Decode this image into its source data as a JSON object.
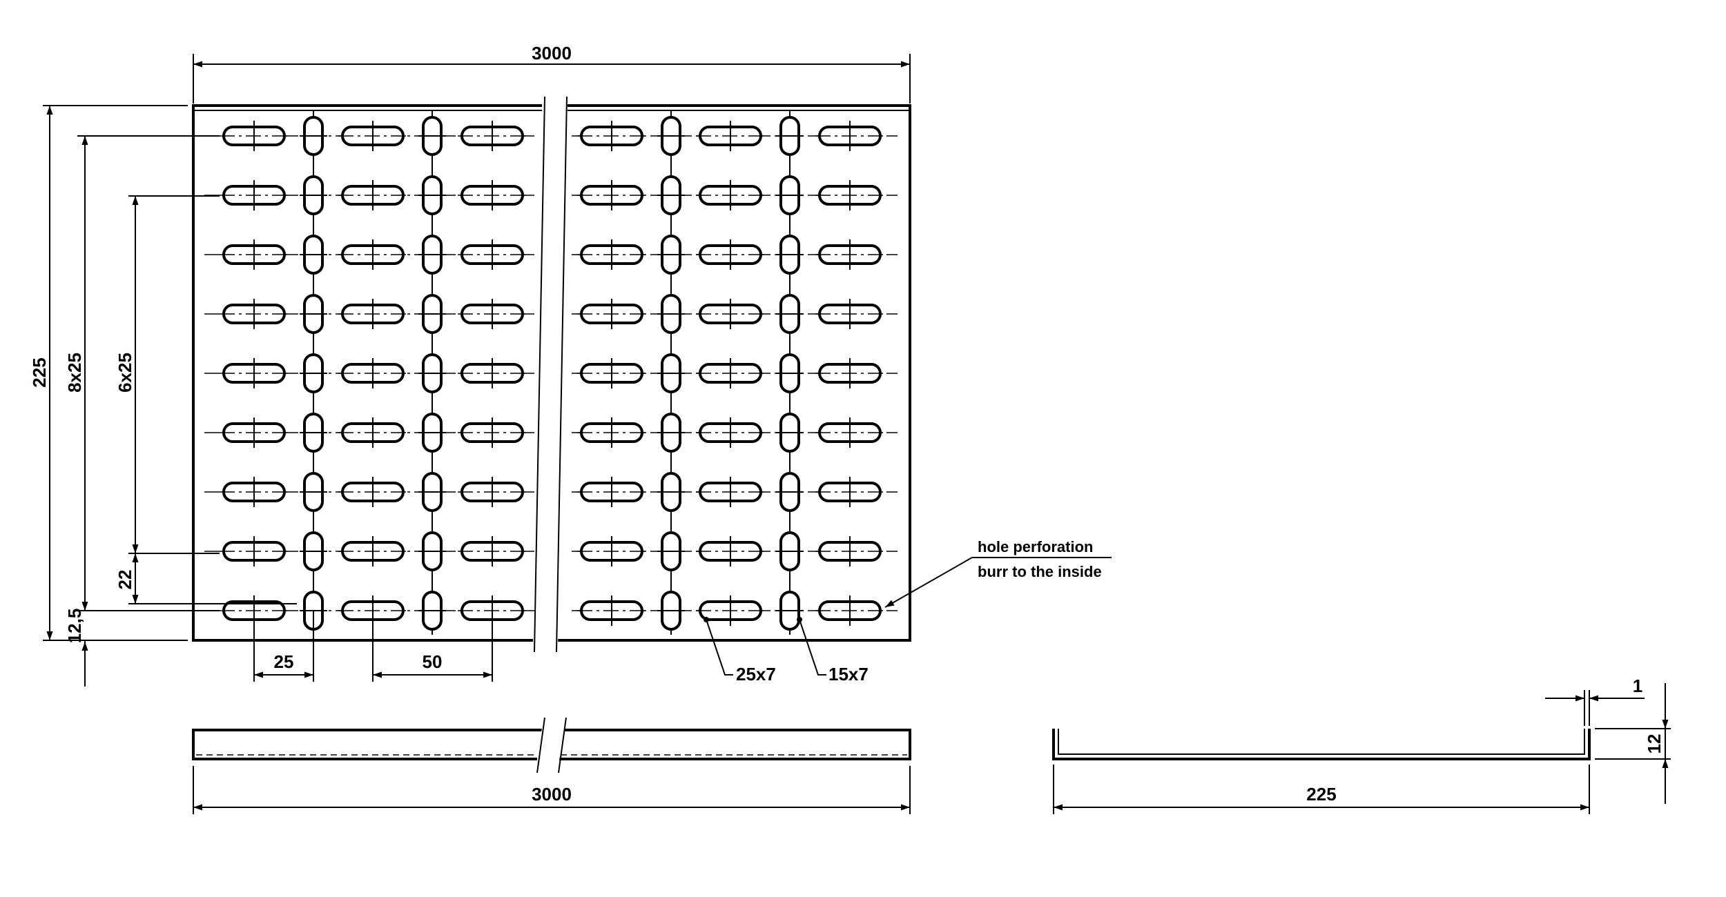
{
  "colors": {
    "line": "#000000",
    "background": "#ffffff"
  },
  "plan_view": {
    "slots_long": {
      "label": "25x7",
      "rows": 9,
      "columns_per_half": 3
    },
    "slots_short": {
      "label": "15x7",
      "rows": 9,
      "columns_per_half": 2
    }
  },
  "dimensions": {
    "top_length": "3000",
    "total_height": "225",
    "outer_pitch": "8x25",
    "inner_pitch": "6x25",
    "inner_offset": "22",
    "edge_offset": "12,5",
    "short_spacing": "25",
    "long_spacing": "50",
    "side_length": "3000",
    "section_width": "225",
    "section_height": "12",
    "thickness": "1"
  },
  "callouts": {
    "slot_long": "25x7",
    "slot_short": "15x7",
    "note_line1": "hole perforation",
    "note_line2": "burr to the inside"
  }
}
